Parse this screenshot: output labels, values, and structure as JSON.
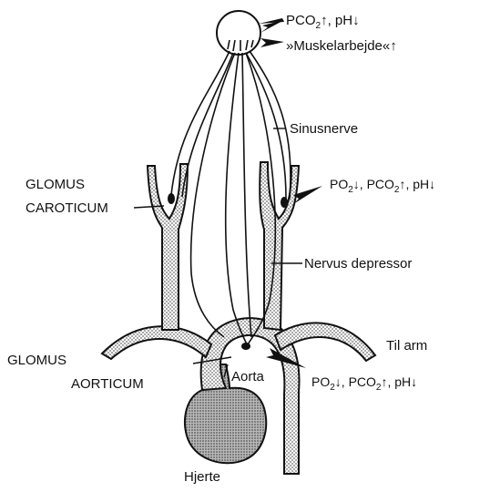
{
  "labels": {
    "brain_line1_a": "PCO",
    "brain_line1_b": "2",
    "brain_line1_c": "↑, pH↓",
    "brain_line2": "»Muskelarbejde«↑",
    "sinusnerve": "Sinusnerve",
    "glomus_caroticum_1": "GLOMUS",
    "glomus_caroticum_2": "CAROTICUM",
    "carotid_chem_a": "PO",
    "carotid_chem_b": "2",
    "carotid_chem_c": "↓, PCO",
    "carotid_chem_d": "2",
    "carotid_chem_e": "↑, pH↓",
    "nervus_depressor": "Nervus depressor",
    "glomus_aorticum_1": "GLOMUS",
    "glomus_aorticum_2": "AORTICUM",
    "aorta": "Aorta",
    "til_arm": "Til arm",
    "aortic_chem_a": "PO",
    "aortic_chem_b": "2",
    "aortic_chem_c": "↓, PCO",
    "aortic_chem_d": "2",
    "aortic_chem_e": "↑, pH↓",
    "hjerte": "Hjerte"
  },
  "colors": {
    "ink": "#111111",
    "heart_fill": "#9a9a9a",
    "vessel_dots": "#7a7a7a"
  }
}
